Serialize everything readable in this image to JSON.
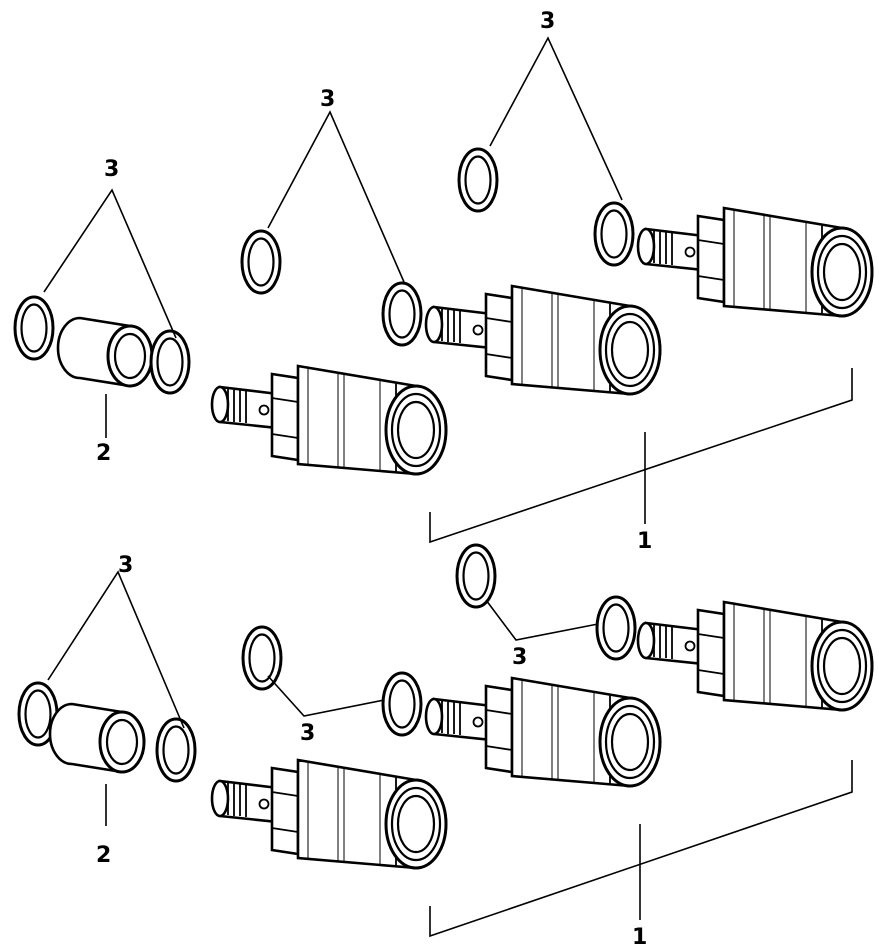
{
  "diagram": {
    "callouts": {
      "fitting": "1",
      "spacer": "2",
      "o_ring": "3"
    }
  }
}
